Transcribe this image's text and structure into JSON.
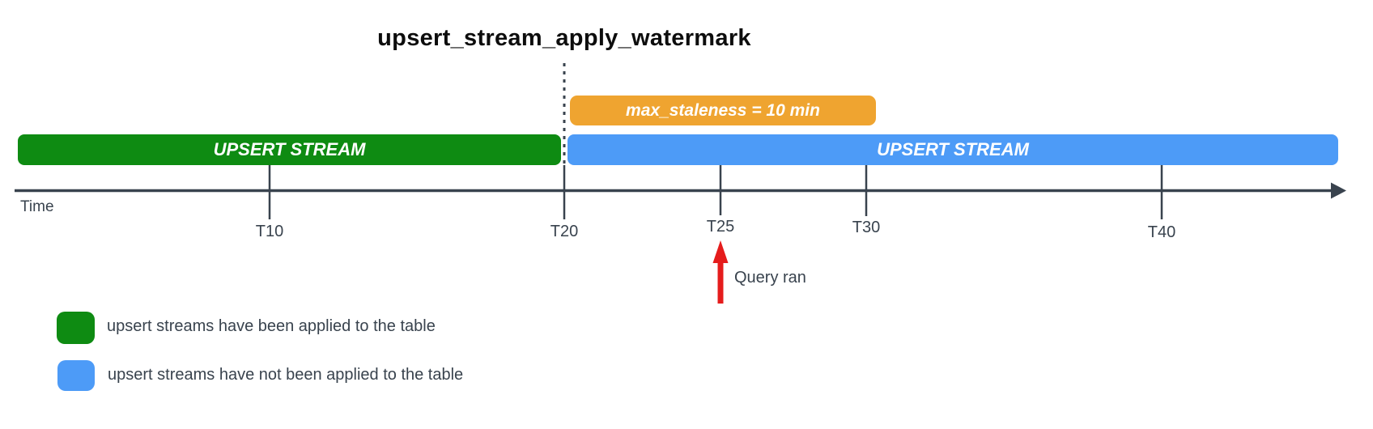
{
  "title": "upsert_stream_apply_watermark",
  "colors": {
    "green": "#0e8b12",
    "blue": "#4d9bf7",
    "orange": "#efa430",
    "red": "#e51c1c",
    "ink": "#39434e",
    "background": "#ffffff"
  },
  "bars": {
    "applied": {
      "label": "UPSERT STREAM"
    },
    "unapplied": {
      "label": "UPSERT STREAM"
    },
    "staleness": {
      "label": "max_staleness = 10 min"
    }
  },
  "timeline": {
    "axis_label": "Time",
    "ticks": [
      {
        "label": "T10"
      },
      {
        "label": "T20"
      },
      {
        "label": "T25"
      },
      {
        "label": "T30"
      },
      {
        "label": "T40"
      }
    ]
  },
  "annotations": {
    "query_ran": "Query ran"
  },
  "legend": {
    "items": [
      {
        "swatch": "green",
        "label": "upsert streams have been applied to the table"
      },
      {
        "swatch": "blue",
        "label": "upsert streams have not been applied to the table"
      }
    ]
  }
}
